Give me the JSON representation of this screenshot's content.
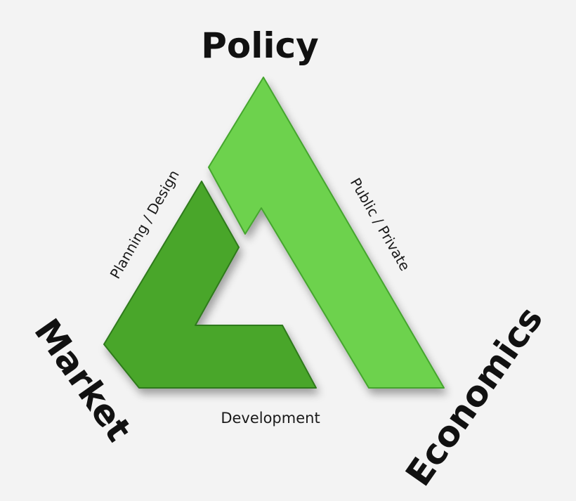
{
  "labels": {
    "top": "Policy",
    "left": "Market",
    "right": "Economics",
    "edge_left": "Planning / Design",
    "edge_right": "Public / Private",
    "edge_bottom": "Development"
  },
  "colors": {
    "background": "#f3f3f3",
    "dark_green": "#4aa62c",
    "dark_green_edge": "#2f7a1a",
    "light_green": "#6dd24e",
    "light_green_edge": "#45a52e",
    "text": "#111111"
  }
}
